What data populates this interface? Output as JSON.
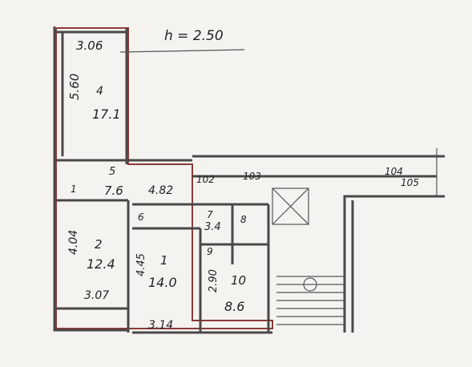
{
  "header": {
    "ceiling_height": "h = 2.50"
  },
  "rooms": {
    "r4": {
      "number": "4",
      "area": "17.1",
      "width": "3.06",
      "length": "5.60"
    },
    "corridor": {
      "number": "5",
      "area": "7.6",
      "dim_a": "4.82",
      "dim_b": "1"
    },
    "r2": {
      "number": "2",
      "area": "12.4",
      "length": "4.04",
      "width": "3.07"
    },
    "r1": {
      "number": "1",
      "area": "14.0",
      "length": "4.45",
      "width": "3.14"
    },
    "kitchen": {
      "number": "10",
      "area": "8.6",
      "length": "2.90"
    },
    "bath": {
      "number": "7",
      "area": "3.4",
      "code": "9"
    },
    "wc": {
      "number": "8"
    },
    "closet": {
      "number": "6"
    }
  },
  "labels": {
    "s102": "102",
    "s103": "103",
    "s104": "104",
    "s105": "105"
  }
}
